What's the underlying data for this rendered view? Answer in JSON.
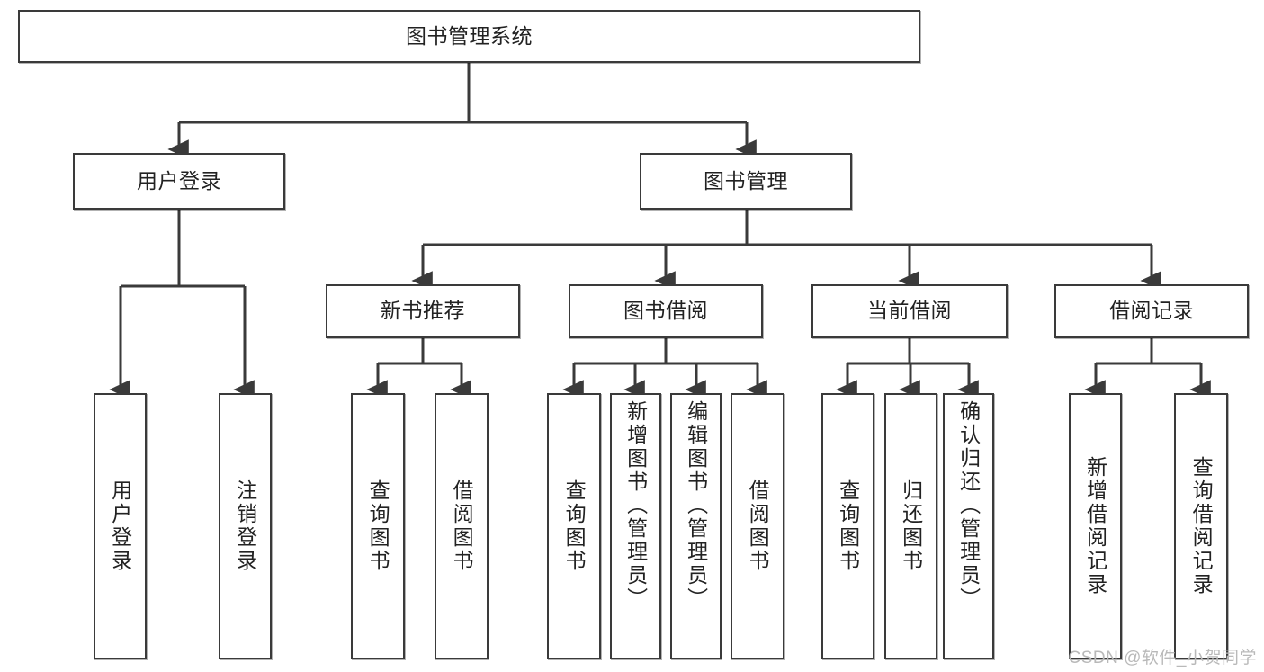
{
  "diagram": {
    "title": "图书管理系统",
    "type": "hierarchy-tree",
    "root": {
      "id": "root",
      "label": "图书管理系统"
    },
    "level2": [
      {
        "id": "user-login",
        "label": "用户登录"
      },
      {
        "id": "book-manage",
        "label": "图书管理"
      }
    ],
    "level3": [
      {
        "id": "new-book-rec",
        "label": "新书推荐",
        "parent": "book-manage"
      },
      {
        "id": "book-borrow",
        "label": "图书借阅",
        "parent": "book-manage"
      },
      {
        "id": "current-borrow",
        "label": "当前借阅",
        "parent": "book-manage"
      },
      {
        "id": "borrow-record",
        "label": "借阅记录",
        "parent": "book-manage"
      }
    ],
    "leaves": [
      {
        "id": "leaf-user-login",
        "label": "用户登录",
        "parent": "user-login"
      },
      {
        "id": "leaf-logout",
        "label": "注销登录",
        "parent": "user-login"
      },
      {
        "id": "leaf-query-book-1",
        "label": "查询图书",
        "parent": "new-book-rec"
      },
      {
        "id": "leaf-borrow-book-1",
        "label": "借阅图书",
        "parent": "new-book-rec"
      },
      {
        "id": "leaf-query-book-2",
        "label": "查询图书",
        "parent": "book-borrow"
      },
      {
        "id": "leaf-add-book",
        "label": "新增图书（管理员）",
        "parent": "book-borrow"
      },
      {
        "id": "leaf-edit-book",
        "label": "编辑图书（管理员）",
        "parent": "book-borrow"
      },
      {
        "id": "leaf-borrow-book-2",
        "label": "借阅图书",
        "parent": "book-borrow"
      },
      {
        "id": "leaf-query-book-3",
        "label": "查询图书",
        "parent": "current-borrow"
      },
      {
        "id": "leaf-return-book",
        "label": "归还图书",
        "parent": "current-borrow"
      },
      {
        "id": "leaf-confirm-return",
        "label": "确认归还（管理员）",
        "parent": "current-borrow"
      },
      {
        "id": "leaf-add-record",
        "label": "新增借阅记录",
        "parent": "borrow-record"
      },
      {
        "id": "leaf-query-record",
        "label": "查询借阅记录",
        "parent": "borrow-record"
      }
    ],
    "colors": {
      "stroke": "#3a3a3a",
      "fill": "#ffffff",
      "text": "#222222",
      "watermark": "#b9b9b9"
    }
  },
  "watermark": {
    "text": "CSDN @软件_小贺同学"
  }
}
